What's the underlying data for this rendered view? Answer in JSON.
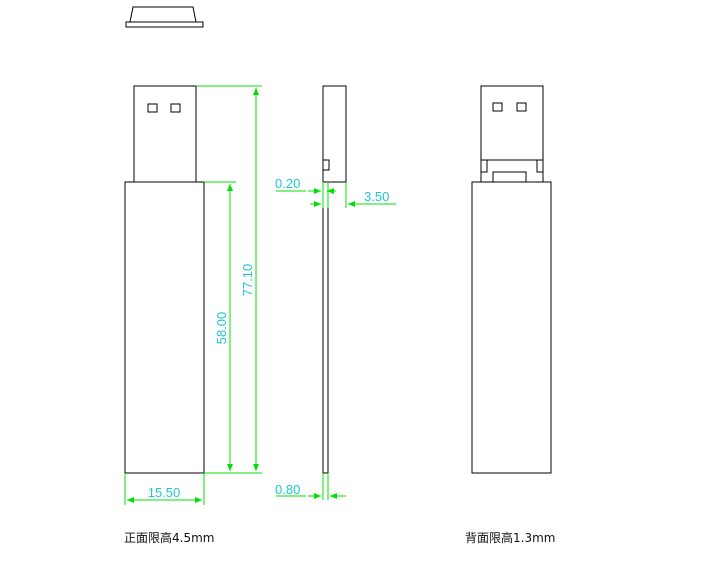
{
  "dimensions": {
    "total_length": "77.10",
    "body_length": "58.00",
    "width": "15.50",
    "top_offset": "0.20",
    "connector_thickness": "3.50",
    "pcb_thickness": "0.80"
  },
  "captions": {
    "front": "正面限高4.5mm",
    "back": "背面限高1.3mm"
  },
  "colors": {
    "outline": "#000000",
    "dimension_line": "#00e000",
    "dimension_text": "#1ec8d2"
  }
}
